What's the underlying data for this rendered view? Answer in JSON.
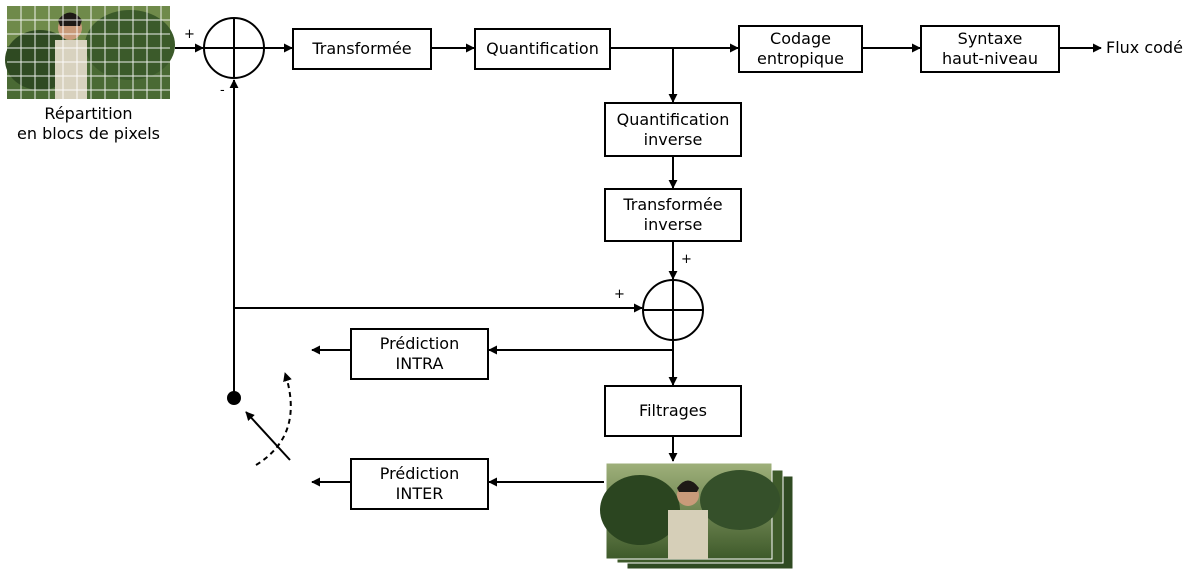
{
  "blocks": {
    "transform": "Transformée",
    "quantization": "Quantification",
    "entropy": "Codage\nentropique",
    "syntax": "Syntaxe\nhaut-niveau",
    "inv_quant": "Quantification\ninverse",
    "inv_transform": "Transformée\ninverse",
    "intra": "Prédiction\nINTRA",
    "filters": "Filtrages",
    "inter": "Prédiction\nINTER"
  },
  "labels": {
    "partition": "Répartition\nen blocs de pixels",
    "output": "Flux codé"
  },
  "signs": {
    "sum1_plus": "+",
    "sum1_minus": "-",
    "sum2_plus_top": "+",
    "sum2_plus_left": "+"
  }
}
